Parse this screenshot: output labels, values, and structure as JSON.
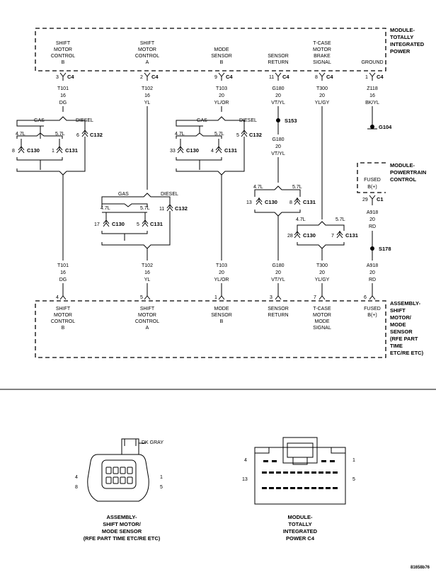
{
  "tim": {
    "title": [
      "MODULE-",
      "TOTALLY",
      "INTEGRATED",
      "POWER"
    ],
    "labels": [
      {
        "id": "l1",
        "lines": [
          "SHIFT",
          "MOTOR",
          "CONTROL",
          "B"
        ]
      },
      {
        "id": "l2",
        "lines": [
          "SHIFT",
          "MOTOR",
          "CONTROL",
          "A"
        ]
      },
      {
        "id": "l3",
        "lines": [
          "MODE",
          "SENSOR",
          "B"
        ]
      },
      {
        "id": "l4",
        "lines": [
          "SENSOR",
          "RETURN"
        ]
      },
      {
        "id": "l5",
        "lines": [
          "T-CASE",
          "MOTOR",
          "BRAKE",
          "SIGNAL"
        ]
      },
      {
        "id": "l6",
        "lines": [
          "GROUND"
        ]
      }
    ],
    "pins": [
      "3",
      "2",
      "9",
      "11",
      "8",
      "1"
    ],
    "conn": "C4"
  },
  "wires_top": [
    {
      "id": "w1",
      "lines": [
        "T101",
        "16",
        "DG"
      ]
    },
    {
      "id": "w2",
      "lines": [
        "T102",
        "16",
        "YL"
      ]
    },
    {
      "id": "w3",
      "lines": [
        "T103",
        "20",
        "YL/OR"
      ]
    },
    {
      "id": "w4",
      "lines": [
        "G180",
        "20",
        "VT/YL"
      ]
    },
    {
      "id": "w5",
      "lines": [
        "T300",
        "20",
        "YL/GY"
      ]
    },
    {
      "id": "w6",
      "lines": [
        "Z118",
        "16",
        "BK/YL"
      ]
    }
  ],
  "wire_g180_mid": [
    "G180",
    "20",
    "VT/YL"
  ],
  "splices": {
    "s153": "S153",
    "s178": "S178"
  },
  "ground": "G104",
  "options": {
    "gas": "GAS",
    "diesel": "DIESEL",
    "e47": "4.7L",
    "e57": "5.7L"
  },
  "conns": {
    "c130": "C130",
    "c131": "C131",
    "c132": "C132",
    "c1": "C1"
  },
  "cpins": {
    "a_c130": "8",
    "a_c131": "1",
    "a_c132": "6",
    "b_c130": "17",
    "b_c131": "5",
    "b_c132": "11",
    "c_c130": "33",
    "c_c131": "4",
    "c_c132": "5",
    "d_c130": "13",
    "d_c131": "8",
    "e_c130": "28",
    "e_c131": "7",
    "pcm_c1": "29"
  },
  "pcm": {
    "title": [
      "MODULE-",
      "POWERTRAIN",
      "CONTROL"
    ],
    "label": [
      "FUSED",
      "B(+)"
    ]
  },
  "wire_a918_top": [
    "A918",
    "20",
    "RD"
  ],
  "wire_a918_bot": [
    "A918",
    "20",
    "RD"
  ],
  "wires_bottom": [
    {
      "id": "b1",
      "lines": [
        "T101",
        "16",
        "DG"
      ]
    },
    {
      "id": "b2",
      "lines": [
        "T102",
        "16",
        "YL"
      ]
    },
    {
      "id": "b3",
      "lines": [
        "T103",
        "20",
        "YL/OR"
      ]
    },
    {
      "id": "b4",
      "lines": [
        "G180",
        "20",
        "VT/YL"
      ]
    },
    {
      "id": "b5",
      "lines": [
        "T300",
        "20",
        "YL/GY"
      ]
    }
  ],
  "asm": {
    "title": [
      "ASSEMBLY-",
      "SHIFT",
      "MOTOR/",
      "MODE",
      "SENSOR",
      "(RFE PART",
      "TIME",
      "ETC/RE ETC)"
    ],
    "pins": [
      "4",
      "5",
      "1",
      "3",
      "7",
      "6"
    ],
    "labels": [
      {
        "id": "a1",
        "lines": [
          "SHIFT",
          "MOTOR",
          "CONTROL",
          "B"
        ]
      },
      {
        "id": "a2",
        "lines": [
          "SHIFT",
          "MOTOR",
          "CONTROL",
          "A"
        ]
      },
      {
        "id": "a3",
        "lines": [
          "MODE",
          "SENSOR",
          "B"
        ]
      },
      {
        "id": "a4",
        "lines": [
          "SENSOR",
          "RETURN"
        ]
      },
      {
        "id": "a5",
        "lines": [
          "T-CASE",
          "MOTOR",
          "MODE",
          "SIGNAL"
        ]
      },
      {
        "id": "a6",
        "lines": [
          "FUSED",
          "B(+)"
        ]
      }
    ]
  },
  "conn_views": {
    "left_color": "DK GRAY",
    "left_pins": {
      "tl": "4",
      "bl": "8",
      "tr": "1",
      "br": "5"
    },
    "left_caption": [
      "ASSEMBLY-",
      "SHIFT MOTOR/",
      "MODE SENSOR",
      "(RFE PART TIME ETC/RE ETC)"
    ],
    "right_pins": {
      "tl": "4",
      "bl": "13",
      "tr": "1",
      "br": "5"
    },
    "right_caption": [
      "MODULE-",
      "TOTALLY",
      "INTEGRATED",
      "POWER C4"
    ]
  },
  "figure_code": "81658b76"
}
